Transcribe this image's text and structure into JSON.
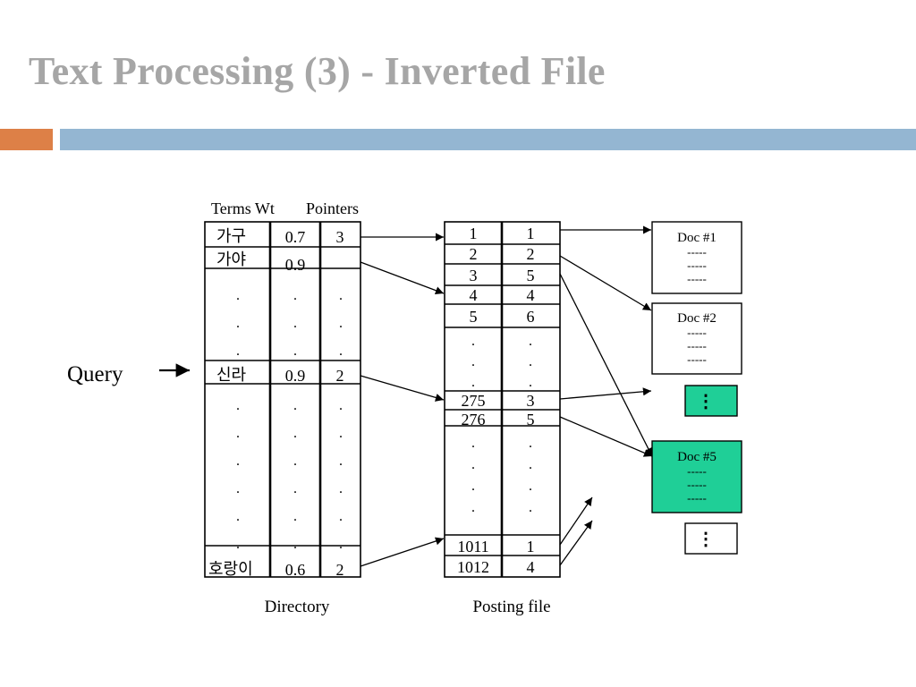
{
  "slide": {
    "title": "Text Processing (3) - Inverted File"
  },
  "colors": {
    "title": "#a6a6a6",
    "accent_orange": "#dd8047",
    "accent_blue": "#94b6d2",
    "doc_highlight": "#1fcf97"
  },
  "query": {
    "label": "Query"
  },
  "directory": {
    "caption": "Directory",
    "headers": {
      "terms_wt": "Terms Wt",
      "pointers": "Pointers"
    },
    "rows": [
      {
        "term": "가구",
        "weight": "0.7",
        "pointer": "3"
      },
      {
        "term": "가야",
        "weight": "0.9",
        "pointer": ""
      },
      {
        "term": "신라",
        "weight": "0.9",
        "pointer": "2"
      },
      {
        "term": "호랑이",
        "weight": "0.6",
        "pointer": "2"
      }
    ]
  },
  "posting": {
    "caption": "Posting file",
    "rows": [
      {
        "a": "1",
        "b": "1"
      },
      {
        "a": "2",
        "b": "2"
      },
      {
        "a": "3",
        "b": "5"
      },
      {
        "a": "4",
        "b": "4"
      },
      {
        "a": "5",
        "b": "6"
      },
      {
        "a": "275",
        "b": "3"
      },
      {
        "a": "276",
        "b": "5"
      },
      {
        "a": "1011",
        "b": "1"
      },
      {
        "a": "1012",
        "b": "4"
      }
    ]
  },
  "documents": [
    {
      "title": "Doc #1",
      "lines": [
        "-----",
        "-----",
        "-----"
      ]
    },
    {
      "title": "Doc #2",
      "lines": [
        "-----",
        "-----",
        "-----"
      ]
    },
    {
      "title": "Doc #5",
      "lines": [
        "-----",
        "-----",
        "-----"
      ]
    }
  ],
  "ellipsis_boxes": [
    {
      "symbol": "⋮"
    },
    {
      "symbol": "⋮"
    }
  ]
}
